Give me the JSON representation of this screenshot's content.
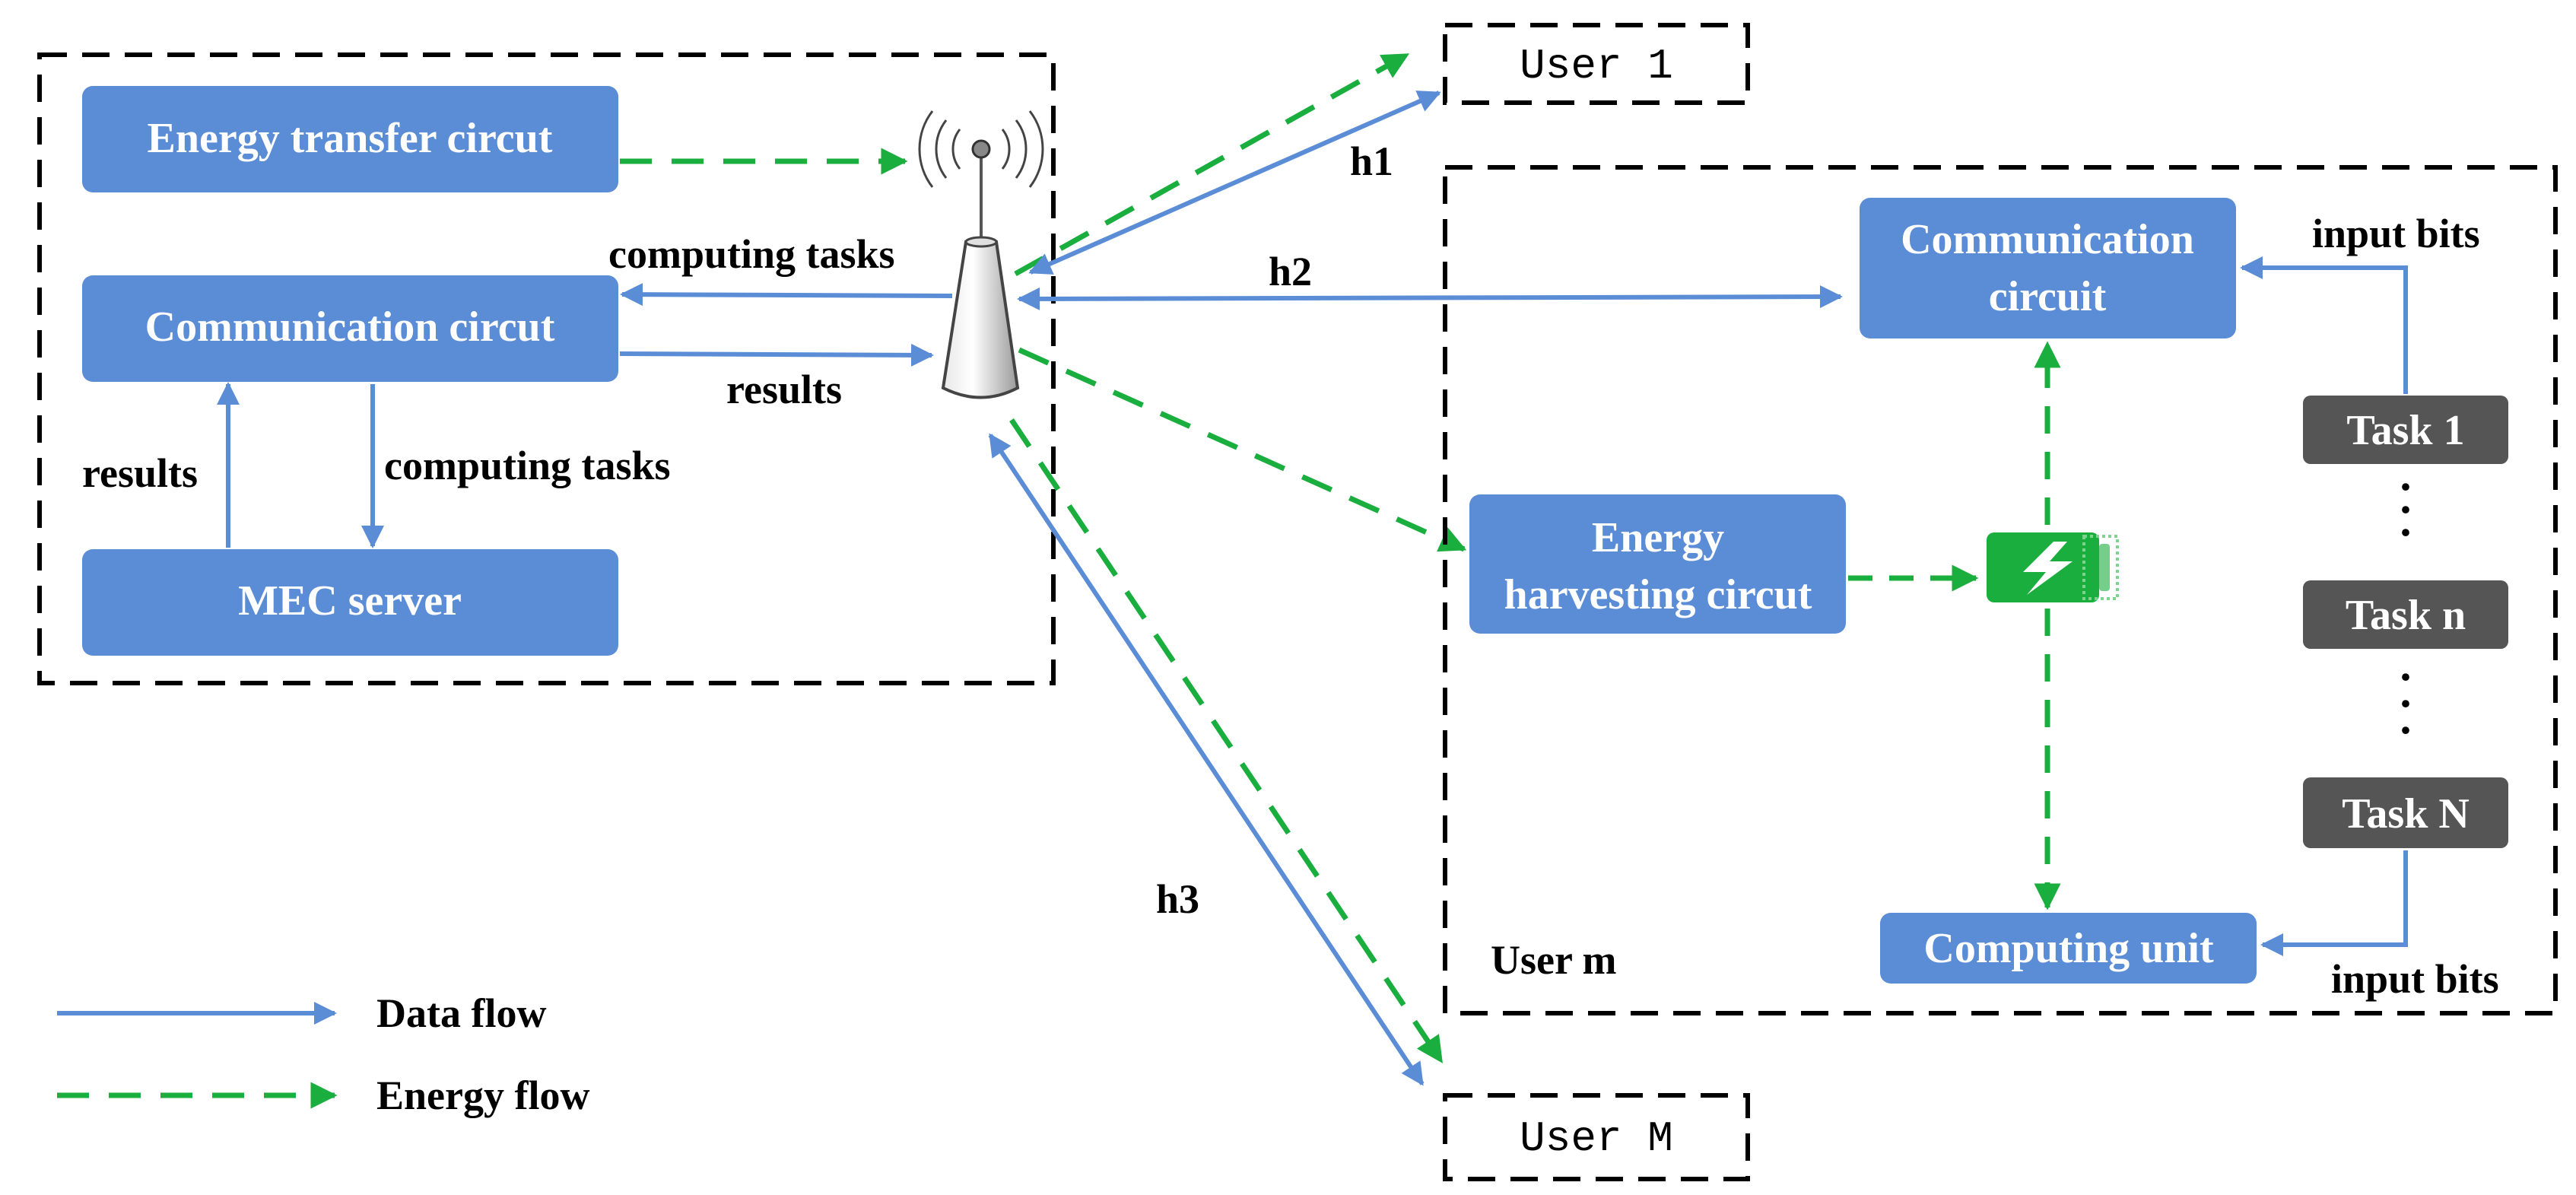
{
  "colors": {
    "box_blue": "#5b8dd6",
    "task_gray": "#555555",
    "data_flow": "#5b8dd6",
    "energy_flow": "#1aae3e",
    "border": "#000000"
  },
  "base_station": {
    "energy_transfer_circuit": "Energy transfer circut",
    "communication_circuit": "Communication circut",
    "mec_server": "MEC server",
    "label_computing_tasks_in": "computing tasks",
    "label_results_out": "results",
    "label_results_up": "results",
    "label_computing_tasks_down": "computing tasks",
    "antenna_icon": "antenna-tower-icon"
  },
  "channels": {
    "h1": "h1",
    "h2": "h2",
    "h3": "h3"
  },
  "users": {
    "user_1": "User 1",
    "user_M": "User M"
  },
  "user_m": {
    "label": "User m",
    "communication_circuit_line1": "Communication",
    "communication_circuit_line2": "circuit",
    "energy_harvesting_line1": "Energy",
    "energy_harvesting_line2": "harvesting circut",
    "computing_unit": "Computing unit",
    "battery_icon": "battery-charging-icon",
    "tasks": [
      "Task 1",
      "Task n",
      "Task N"
    ],
    "input_bits_top": "input bits",
    "input_bits_bottom": "input bits",
    "ellipsis": "·"
  },
  "legend": {
    "data_flow": "Data flow",
    "energy_flow": "Energy flow"
  }
}
